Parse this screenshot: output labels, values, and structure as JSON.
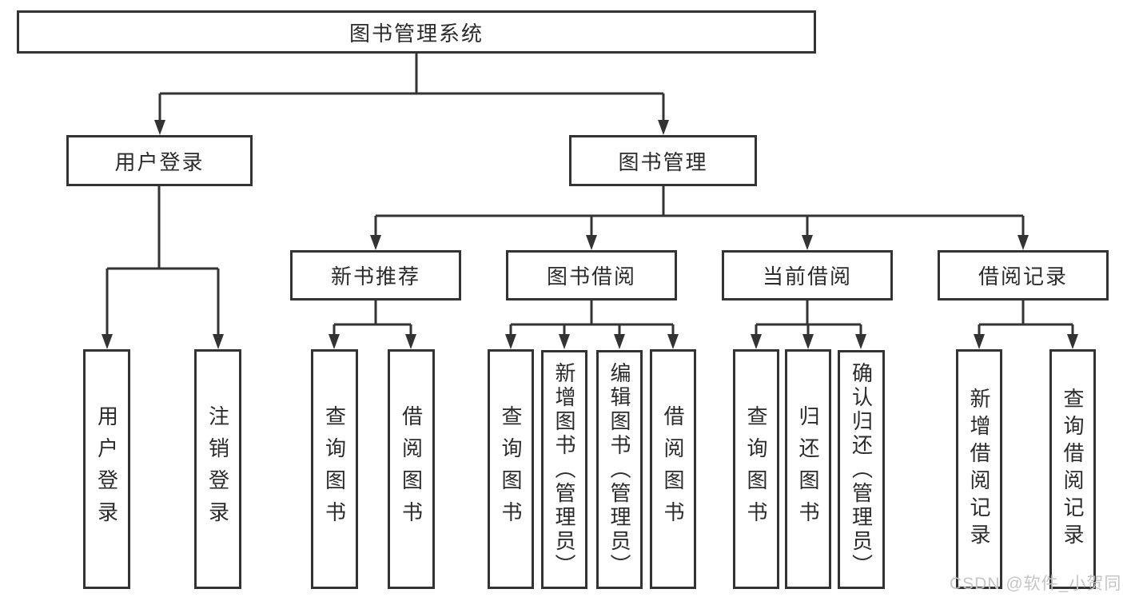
{
  "tree": {
    "label": "图书管理系统",
    "children": [
      {
        "label": "用户登录",
        "children": [
          {
            "label": "用户登录"
          },
          {
            "label": "注销登录"
          }
        ]
      },
      {
        "label": "图书管理",
        "children": [
          {
            "label": "新书推荐",
            "children": [
              {
                "label": "查询图书"
              },
              {
                "label": "借阅图书"
              }
            ]
          },
          {
            "label": "图书借阅",
            "children": [
              {
                "label": "查询图书"
              },
              {
                "label": "新增图书（管理员）"
              },
              {
                "label": "编辑图书（管理员）"
              },
              {
                "label": "借阅图书"
              }
            ]
          },
          {
            "label": "当前借阅",
            "children": [
              {
                "label": "查询图书"
              },
              {
                "label": "归还图书"
              },
              {
                "label": "确认归还（管理员）"
              }
            ]
          },
          {
            "label": "借阅记录",
            "children": [
              {
                "label": "新增借阅记录"
              },
              {
                "label": "查询借阅记录"
              }
            ]
          }
        ]
      }
    ]
  },
  "watermark": {
    "text": "CSDN @软件_小贺同学"
  },
  "colors": {
    "line": "#333333",
    "border": "#333333",
    "text": "#2b2b2b",
    "watermark": "#c5c5c5",
    "background": "#ffffff"
  }
}
